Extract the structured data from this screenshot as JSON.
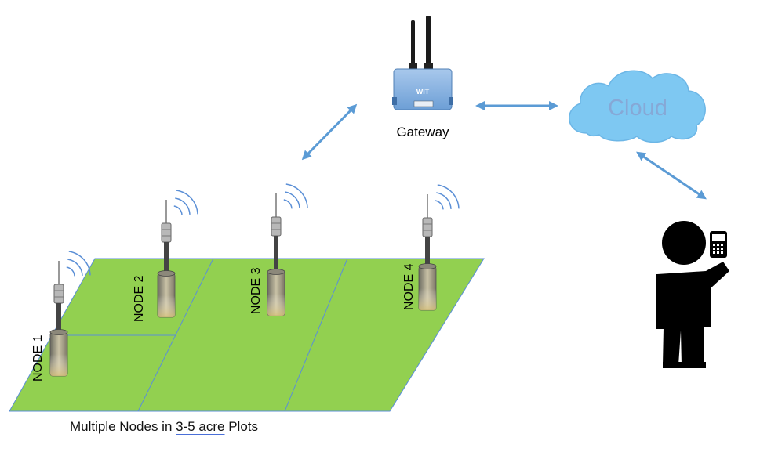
{
  "gateway": {
    "label": "Gateway",
    "device_badge": "WIT"
  },
  "cloud": {
    "label": "Cloud"
  },
  "nodes": [
    {
      "label": "NODE 1"
    },
    {
      "label": "NODE 2"
    },
    {
      "label": "NODE 3"
    },
    {
      "label": "NODE 4"
    }
  ],
  "caption": {
    "prefix": "Multiple Nodes in ",
    "underlined": "3-5 acre",
    "suffix": " Plots"
  },
  "colors": {
    "field": "#92d050",
    "field_lines": "#5b8fd6",
    "arrow": "#5b9bd5",
    "cloud": "#7ec8f2",
    "person": "#000000"
  },
  "icons": [
    "gateway-device-icon",
    "cloud-icon",
    "person-icon",
    "phone-icon",
    "wifi-signal-icon",
    "sensor-node-icon"
  ]
}
